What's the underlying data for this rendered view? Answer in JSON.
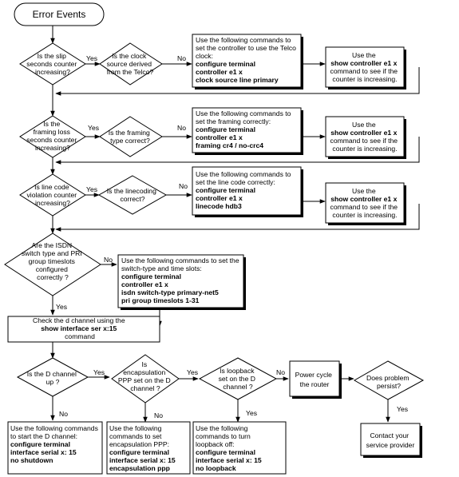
{
  "start": {
    "label": "Error Events"
  },
  "labels": {
    "yes": "Yes",
    "no": "No"
  },
  "row1": {
    "decision_a": [
      "Is the slip",
      "seconds counter",
      "increasing?"
    ],
    "decision_b": [
      "Is the clock",
      "source derived",
      "from the Telco?"
    ],
    "box": [
      {
        "text": "Use the following commands to",
        "bold": false
      },
      {
        "text": "set the controller to use the Telco",
        "bold": false
      },
      {
        "text": "clock:",
        "bold": false
      },
      {
        "text": "configure terminal",
        "bold": true
      },
      {
        "text": "controller e1 x",
        "bold": true
      },
      {
        "text": "clock source line primary",
        "bold": true
      }
    ],
    "check": [
      {
        "text": "Use the",
        "bold": false
      },
      {
        "text": "show controller e1 x",
        "bold": true
      },
      {
        "text": "command to see if the",
        "bold": false
      },
      {
        "text": "counter is increasing.",
        "bold": false
      }
    ]
  },
  "row2": {
    "decision_a": [
      "Is the",
      "framing loss",
      "seconds counter",
      "increasing?"
    ],
    "decision_b": [
      "Is the framing",
      "type correct?"
    ],
    "box": [
      {
        "text": "Use the following commands to",
        "bold": false
      },
      {
        "text": "set the framing correctly:",
        "bold": false
      },
      {
        "text": "configure terminal",
        "bold": true
      },
      {
        "text": "controller e1 x",
        "bold": true
      },
      {
        "text": "framing cr4 / no-crc4",
        "bold": true
      }
    ],
    "check": [
      {
        "text": "Use the",
        "bold": false
      },
      {
        "text": "show controller e1 x",
        "bold": true
      },
      {
        "text": "command to see if the",
        "bold": false
      },
      {
        "text": "counter is increasing.",
        "bold": false
      }
    ]
  },
  "row3": {
    "decision_a": [
      "Is line code",
      "violation counter",
      "increasing?"
    ],
    "decision_b": [
      "Is the linecoding",
      "correct?"
    ],
    "box": [
      {
        "text": "Use the following commands to",
        "bold": false
      },
      {
        "text": "set the line code correctly:",
        "bold": false
      },
      {
        "text": "configure terminal",
        "bold": true
      },
      {
        "text": "controller e1 x",
        "bold": true
      },
      {
        "text": "linecode hdb3",
        "bold": true
      }
    ],
    "check": [
      {
        "text": "Use the",
        "bold": false
      },
      {
        "text": "show controller e1 x",
        "bold": true
      },
      {
        "text": "command to see if the",
        "bold": false
      },
      {
        "text": "counter is increasing.",
        "bold": false
      }
    ]
  },
  "row4": {
    "decision": [
      "Are the ISDN",
      "switch type and PRI",
      "group timeslots",
      "configured",
      "correctly ?"
    ],
    "box": [
      {
        "text": "Use the following commands to set the",
        "bold": false
      },
      {
        "text": "switch-type and time slots:",
        "bold": false
      },
      {
        "text": "configure terminal",
        "bold": true
      },
      {
        "text": "controller e1 x",
        "bold": true
      },
      {
        "text": "isdn switch-type primary-net5",
        "bold": true
      },
      {
        "text": "pri group timeslots 1-31",
        "bold": true
      }
    ]
  },
  "check_d": [
    {
      "text": "Check the d channel using the",
      "bold": false
    },
    {
      "text": "show interface ser x:15",
      "bold": true
    },
    {
      "text": "command",
      "bold": false
    }
  ],
  "row5": {
    "decision_a": [
      "Is the D channel",
      "up ?"
    ],
    "decision_b": [
      "Is",
      "encapsulation",
      "PPP set on the D",
      "channel ?"
    ],
    "decision_c": [
      "Is loopback",
      "set on the D",
      "channel ?"
    ],
    "power": [
      "Power cycle",
      "the router"
    ],
    "decision_d": [
      "Does problem",
      "persist?"
    ],
    "contact": [
      "Contact your",
      "service provider"
    ]
  },
  "row6": {
    "box_a": [
      {
        "text": "Use the following commands",
        "bold": false
      },
      {
        "text": "to start the D channel:",
        "bold": false
      },
      {
        "text": "configure terminal",
        "bold": true
      },
      {
        "text": "interface serial x: 15",
        "bold": true
      },
      {
        "text": "no shutdown",
        "bold": true
      }
    ],
    "box_b": [
      {
        "text": "Use the following",
        "bold": false
      },
      {
        "text": "commands to set",
        "bold": false
      },
      {
        "text": "encapsulation PPP:",
        "bold": false
      },
      {
        "text": "configure terminal",
        "bold": true
      },
      {
        "text": "interface serial x: 15",
        "bold": true
      },
      {
        "text": "encapsulation ppp",
        "bold": true
      }
    ],
    "box_c": [
      {
        "text": "Use the following",
        "bold": false
      },
      {
        "text": "commands to turn",
        "bold": false
      },
      {
        "text": "loopback off:",
        "bold": false
      },
      {
        "text": "configure terminal",
        "bold": true
      },
      {
        "text": "interface serial x: 15",
        "bold": true
      },
      {
        "text": "no loopback",
        "bold": true
      }
    ]
  }
}
